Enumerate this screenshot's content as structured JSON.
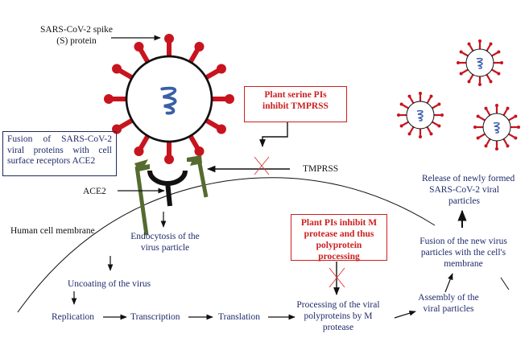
{
  "labels": {
    "spike_protein": [
      "SARS-CoV-2 spike",
      "(S) protein"
    ],
    "fusion_box": "Fusion of SARS-CoV-2 viral proteins with cell surface receptors ACE2",
    "serine_pi_box": [
      "Plant serine PIs",
      "inhibit TMPRSS"
    ],
    "tmprss": "TMPRSS",
    "ace2": "ACE2",
    "membrane": "Human cell membrane",
    "endocytosis": [
      "Endocytosis of the",
      "virus particle"
    ],
    "uncoating": "Uncoating of the virus",
    "replication": "Replication",
    "transcription": "Transcription",
    "translation": "Translation",
    "m_protease_box": [
      "Plant PIs inhibit M",
      "protease and thus",
      "polyprotein processing"
    ],
    "processing": [
      "Processing of the viral",
      "polyproteins by M",
      "protease"
    ],
    "assembly": [
      "Assembly of the",
      "viral particles"
    ],
    "fusion_new": [
      "Fusion of the new virus",
      "particles with the cell's",
      "membrane"
    ],
    "release": [
      "Release of newly formed",
      "SARS-CoV-2 viral",
      "particles"
    ]
  },
  "colors": {
    "spike_red": "#c8141e",
    "rna_blue": "#3a5fa8",
    "tmprss_green": "#556b2f",
    "ace2_black": "#111111",
    "inhibit_red": "#cc1f1f",
    "text_blue": "#1f2a6b"
  }
}
